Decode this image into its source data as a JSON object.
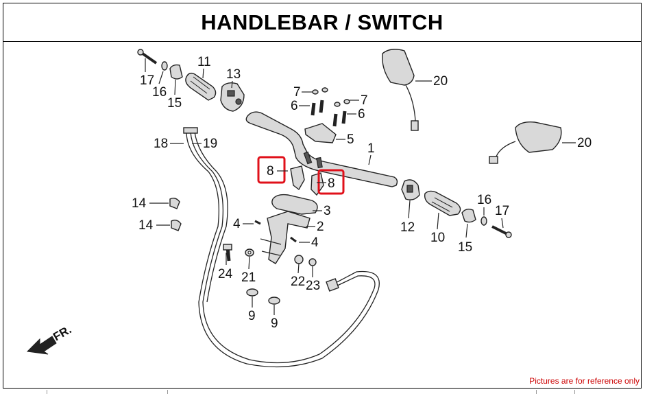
{
  "header": {
    "title": "HANDLEBAR / SWITCH"
  },
  "callouts": {
    "c1": "1",
    "c2": "2",
    "c3": "3",
    "c4a": "4",
    "c4b": "4",
    "c5": "5",
    "c6a": "6",
    "c6b": "6",
    "c7a": "7",
    "c7b": "7",
    "c8a": "8",
    "c8b": "8",
    "c9a": "9",
    "c9b": "9",
    "c10": "10",
    "c11": "11",
    "c12": "12",
    "c13": "13",
    "c14a": "14",
    "c14b": "14",
    "c15a": "15",
    "c15b": "15",
    "c16a": "16",
    "c16b": "16",
    "c17a": "17",
    "c17b": "17",
    "c18": "18",
    "c19": "19",
    "c20a": "20",
    "c20b": "20",
    "c21": "21",
    "c22": "22",
    "c23": "23",
    "c24": "24"
  },
  "front_marker": "FR.",
  "note": "Pictures are for reference only",
  "highlighted_parts": [
    "8",
    "8"
  ],
  "colors": {
    "highlight": "#e0101a",
    "note": "#cc0000",
    "ink": "#000000"
  },
  "icons": {
    "front_arrow": "front-direction-arrow-icon"
  }
}
